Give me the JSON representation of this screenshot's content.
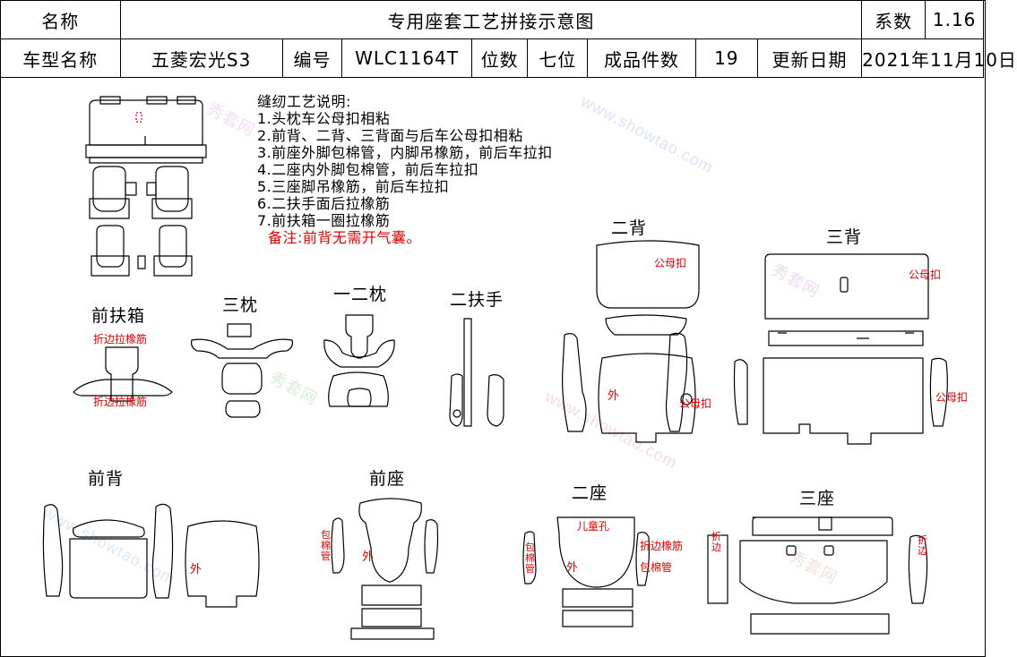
{
  "header": {
    "name_label": "名称",
    "title": "专用座套工艺拼接示意图",
    "coef_label": "系数",
    "coef_value": "1.16",
    "model_label": "车型名称",
    "model_value": "五菱宏光S3",
    "code_label": "编号",
    "code_value": "WLC1164T",
    "seats_label": "位数",
    "seats_value": "七位",
    "pieces_label": "成品件数",
    "pieces_value": "19",
    "date_label": "更新日期",
    "date_value": "2021年11月10日"
  },
  "notes": {
    "heading": "缝纫工艺说明:",
    "items": [
      "1.头枕车公母扣相粘",
      "2.前背、二背、三背面与后车公母扣相粘",
      "3.前座外脚包棉管，内脚吊橡筋，前后车拉扣",
      "4.二座内外脚包棉管，前后车拉扣",
      "5.三座脚吊橡筋，前后车拉扣",
      "6.二扶手面后拉橡筋",
      "7.前扶箱一圈拉橡筋"
    ],
    "remark": "备注:前背无需开气囊。"
  },
  "sections": {
    "front_box": "前扶箱",
    "third_pillow": "三枕",
    "first_second_pillow": "一二枕",
    "second_armrest": "二扶手",
    "second_back": "二背",
    "third_back": "三背",
    "front_back": "前背",
    "front_seat": "前座",
    "second_seat": "二座",
    "third_seat": "三座"
  },
  "annotations": {
    "fold_elastic_1": "折边拉橡筋",
    "fold_elastic_2": "折边拉橡筋",
    "snap_second_back": "公母扣",
    "snap_second_back_side": "公母扣",
    "snap_third_back": "公母扣",
    "snap_third_back_side": "公母扣",
    "outer_second_back": "外",
    "outer_front_back": "外",
    "outer_front_seat": "外",
    "outer_second_seat": "外",
    "wrap_tube_front": "包棉管",
    "wrap_tube_second_left": "包棉管",
    "wrap_tube_second_right": "包棉管",
    "child_hole": "儿童孔",
    "fold_elastic_second": "折边橡筋",
    "fold_left": "折边",
    "fold_right": "折边"
  },
  "watermark": {
    "text_cn": "秀套网",
    "text_url": "www.showtao.com"
  },
  "colors": {
    "line": "#000000",
    "annotation": "#e00000"
  }
}
